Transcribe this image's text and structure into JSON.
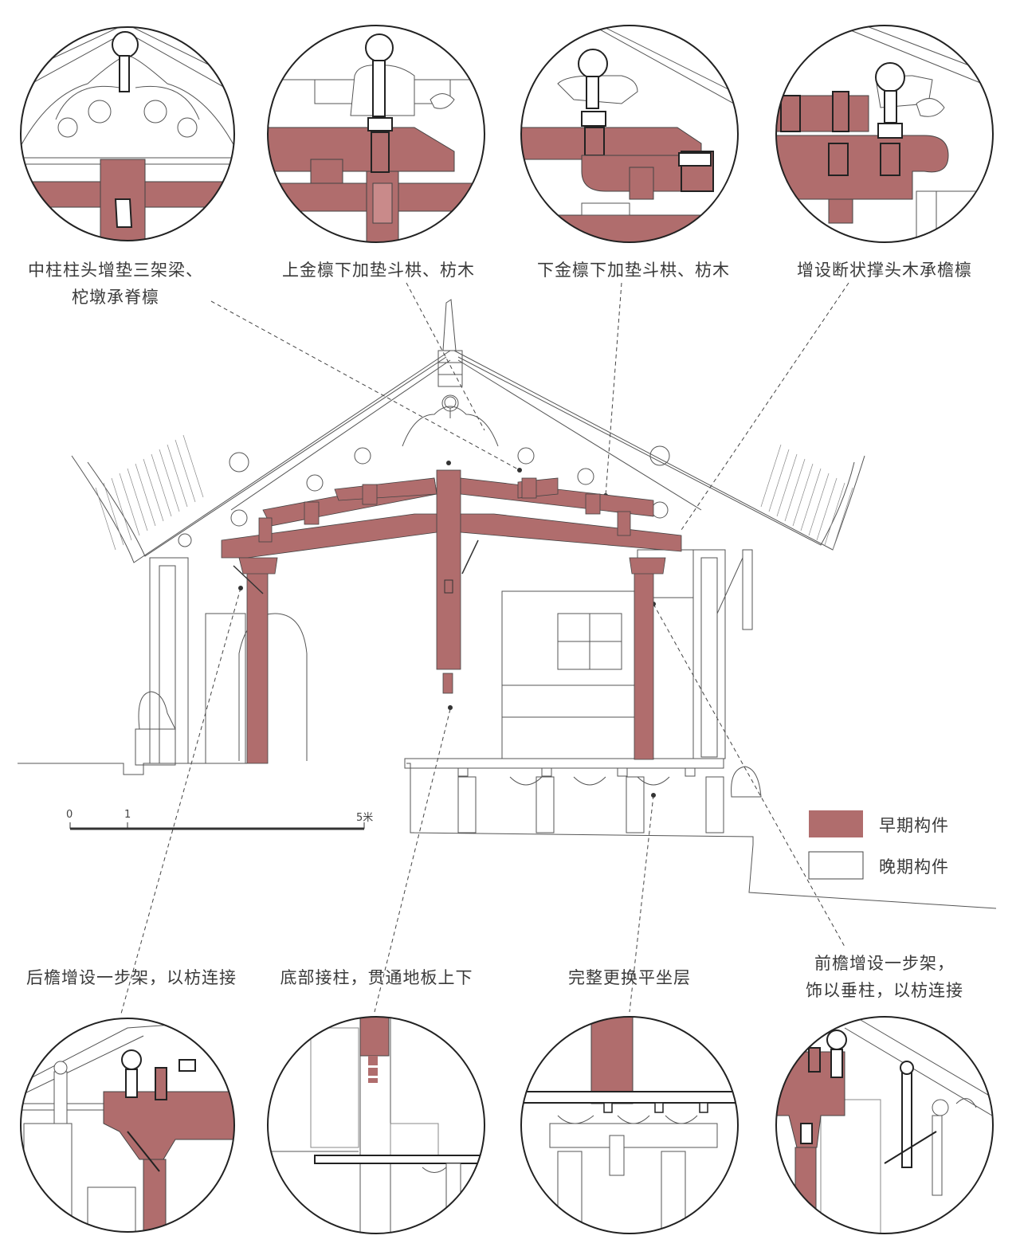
{
  "colors": {
    "early": "#b06d6d",
    "late": "#ffffff",
    "line": "#555555"
  },
  "callouts": {
    "top": [
      {
        "text": "中柱柱头增垫三架梁、\n柁墩承脊檩"
      },
      {
        "text": "上金檩下加垫斗栱、枋木"
      },
      {
        "text": "下金檩下加垫斗栱、枋木"
      },
      {
        "text": "增设断状撑头木承檐檩"
      }
    ],
    "bottom": [
      {
        "text": "后檐增设一步架，以枋连接"
      },
      {
        "text": "底部接柱，贯通地板上下"
      },
      {
        "text": "完整更换平坐层"
      },
      {
        "text": "前檐增设一步架，\n饰以垂柱，以枋连接"
      }
    ]
  },
  "scale_bar": {
    "ticks": [
      "0",
      "1",
      "5米"
    ]
  },
  "legend": [
    {
      "label": "早期构件",
      "swatch": "early"
    },
    {
      "label": "晚期构件",
      "swatch": "late"
    }
  ]
}
